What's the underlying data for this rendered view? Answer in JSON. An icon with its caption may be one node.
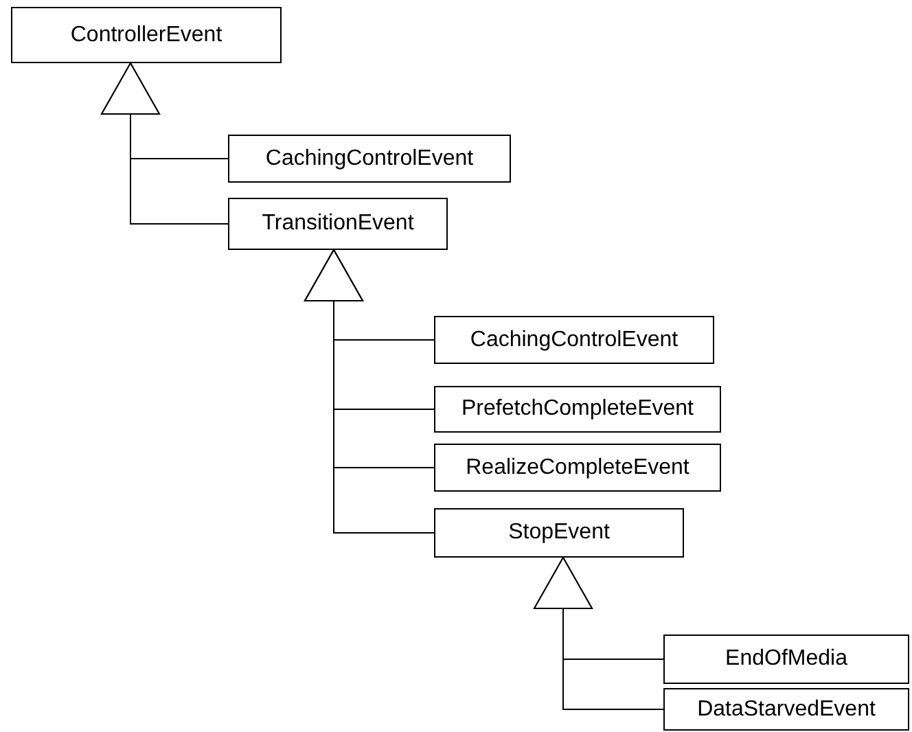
{
  "diagram": {
    "nodes": [
      {
        "text": [
          "ControllerEvent"
        ]
      },
      {
        "text": [
          "CachingControlEvent"
        ]
      },
      {
        "text": [
          "TransitionEvent"
        ]
      },
      {
        "text": [
          "CachingControlEvent"
        ]
      },
      {
        "text": [
          "PrefetchCompleteEvent"
        ]
      },
      {
        "text": [
          "RealizeCompleteEvent"
        ]
      },
      {
        "text": [
          "StopEvent"
        ]
      },
      {
        "text": [
          "EndOfMedia"
        ]
      },
      {
        "text": [
          "DataStarvedEvent"
        ]
      }
    ],
    "edges": [
      {
        "from": 1,
        "to": 0,
        "arrow": "to"
      },
      {
        "from": 2,
        "to": 0,
        "arrow": "to"
      },
      {
        "from": 3,
        "to": 2,
        "arrow": "to"
      },
      {
        "from": 4,
        "to": 2,
        "arrow": "to"
      },
      {
        "from": 5,
        "to": 2,
        "arrow": "to"
      },
      {
        "from": 6,
        "to": 2,
        "arrow": "to"
      },
      {
        "from": 7,
        "to": 6,
        "arrow": "to"
      },
      {
        "from": 8,
        "to": 6,
        "arrow": "to"
      }
    ]
  }
}
